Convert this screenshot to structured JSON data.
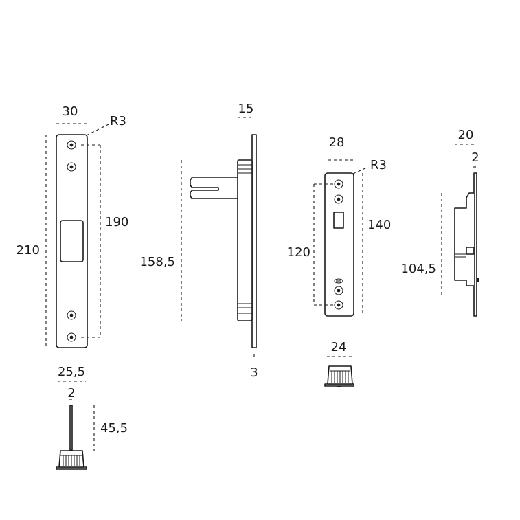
{
  "drawing": {
    "strike_plate_long": {
      "width": "30",
      "height": "210",
      "hole_spacing": "190",
      "radius": "R3"
    },
    "lock_body_side": {
      "depth": "15",
      "height": "158,5",
      "faceplate": "3"
    },
    "strike_plate_short": {
      "width": "28",
      "height": "140",
      "hole_spacing": "120",
      "radius": "R3"
    },
    "keeper_side": {
      "width": "20",
      "plate": "2",
      "height": "104,5"
    },
    "cylinder_long": {
      "width": "25,5",
      "spindle": "2",
      "height": "45,5"
    },
    "cylinder_short": {
      "width": "24"
    }
  }
}
